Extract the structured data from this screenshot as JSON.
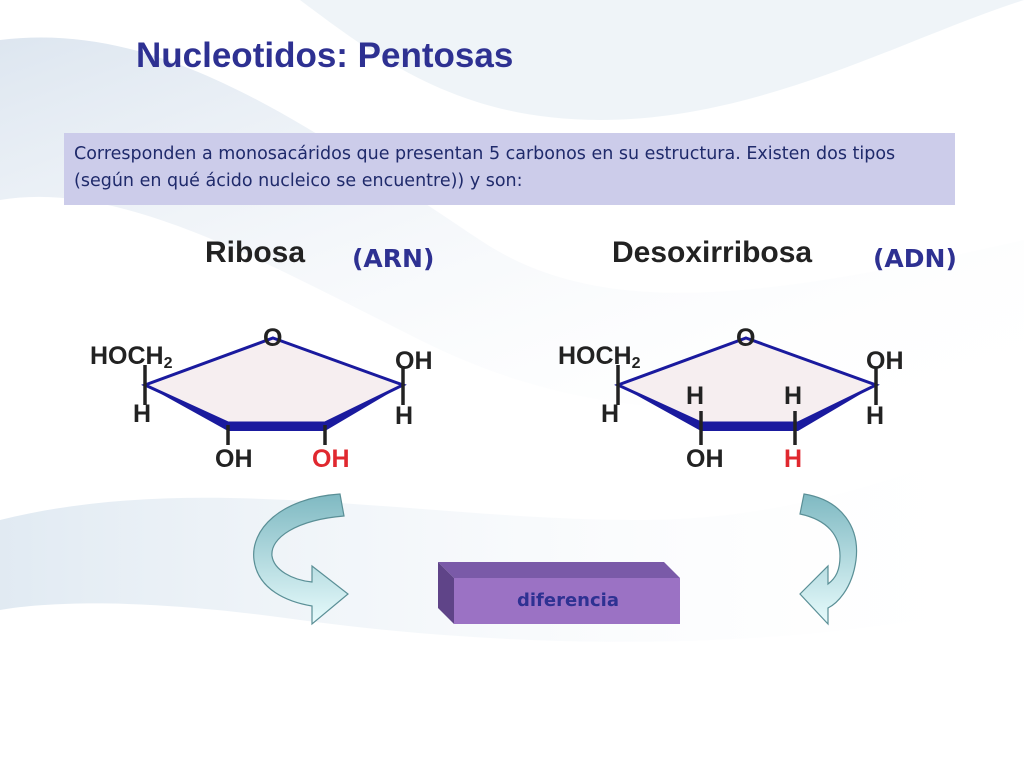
{
  "slide": {
    "title": "Nucleotidos: Pentosas",
    "intro": "Corresponden a monosacáridos que presentan 5 carbonos en su estructura. Existen dos tipos (según en qué ácido nucleico se encuentre)) y son:"
  },
  "ribose": {
    "name": "Ribosa",
    "acid": "(ARN)",
    "ring_oxygen": "O",
    "c5_group": "HOCH",
    "c5_sub": "2",
    "c4_h": "H",
    "c1_oh": "OH",
    "c1_h": "H",
    "c3_oh": "OH",
    "c2_oh": "OH"
  },
  "deoxyribose": {
    "name": "Desoxirribosa",
    "acid": "(ADN)",
    "ring_oxygen": "O",
    "c5_group": "HOCH",
    "c5_sub": "2",
    "c4_h": "H",
    "c1_oh": "OH",
    "c1_h": "H",
    "c3_h": "H",
    "c2_h_top": "H",
    "c3_oh": "OH",
    "c2_h": "H"
  },
  "difference": {
    "label": "diferencia"
  },
  "colors": {
    "title": "#2e3192",
    "ring_bond": "#1a1a9e",
    "highlight": "#e0282f",
    "box": "#ccccea",
    "diff_box": "#9b72c4"
  }
}
